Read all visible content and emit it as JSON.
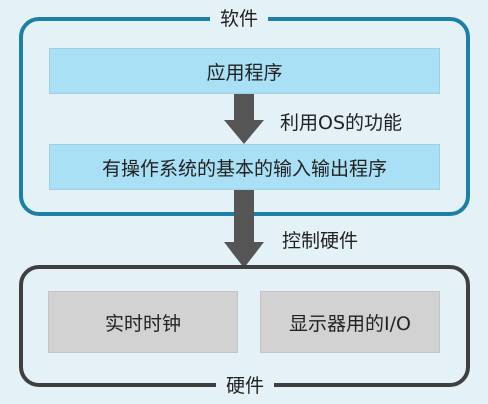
{
  "software_frame": {
    "label": "软件",
    "border_color": "#1b7fa8"
  },
  "hardware_frame": {
    "label": "硬件",
    "border_color": "#3f3f3f"
  },
  "layers": {
    "applications": "应用程序",
    "os_io": "有操作系统的基本的输入输出程序"
  },
  "arrows": {
    "top_label": "利用OS的功能",
    "bottom_label": "控制硬件",
    "color": "#555555"
  },
  "devices": {
    "clock": "实时时钟",
    "display": "显示器用的I/O"
  },
  "colors": {
    "background": "#e4f1f7",
    "software_box": "#a9e0f5",
    "hardware_box": "#d2d2d2"
  }
}
